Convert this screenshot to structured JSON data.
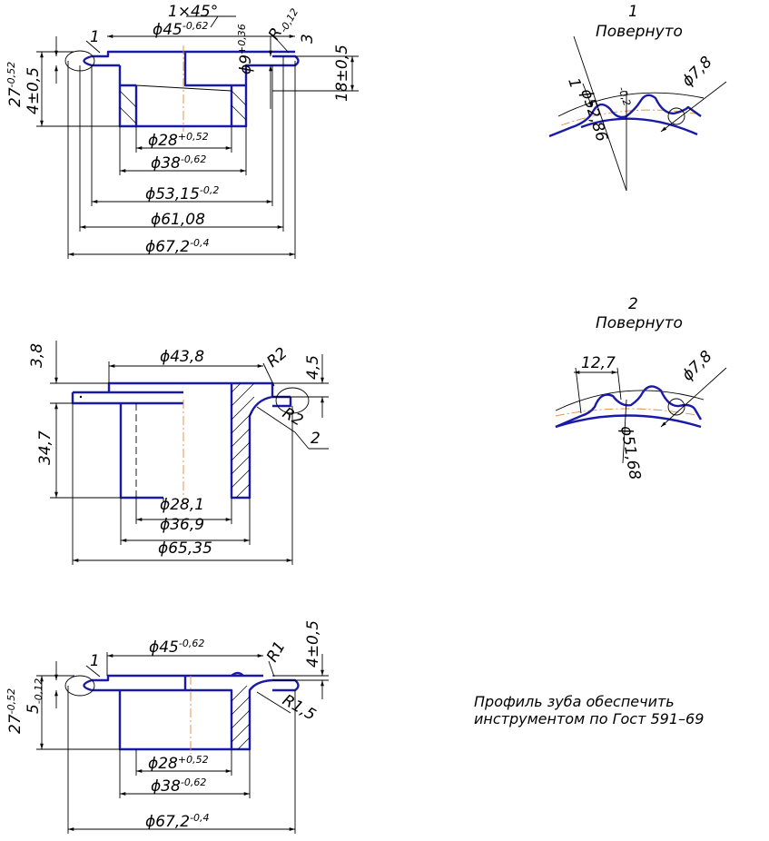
{
  "colors": {
    "contour": "#1a1aa8",
    "axis": "#e38b3a",
    "dimension": "#000000"
  },
  "view_top": {
    "marker": "1",
    "chamfer": "1×45°",
    "d45": "ϕ45",
    "d45_tol": "-0,62",
    "d9": "ϕ9",
    "d9_tol": "+0,36",
    "radius": "R",
    "radius_tol": "-0,12",
    "dim3": "3",
    "h18": "18±0,5",
    "h27": "27",
    "h27_tol": "-0,52",
    "h4": "4±0,5",
    "d28": "ϕ28",
    "d28_tol": "+0,52",
    "d38": "ϕ38",
    "d38_tol": "-0,62",
    "d5315": "ϕ53,15",
    "d5315_tol": "-0,2",
    "d6108": "ϕ61,08",
    "d672": "ϕ67,2",
    "d672_tol": "-0,4"
  },
  "view_middle": {
    "h38": "3,8",
    "d438": "ϕ43,8",
    "r2_top": "R2",
    "dim45": "4,5",
    "r2_bottom": "R2",
    "marker": "2",
    "h347": "34,7",
    "d281": "ϕ28,1",
    "d369": "ϕ36,9",
    "d6535": "ϕ65,35"
  },
  "view_bottom": {
    "marker": "1",
    "d45": "ϕ45",
    "d45_tol": "-0,62",
    "r1": "R1",
    "h4": "4±0,5",
    "h27": "27",
    "h27_tol": "-0,52",
    "h5": "5",
    "h5_tol": "-0,12",
    "r15": "R1,5",
    "d28": "ϕ28",
    "d28_tol": "+0,52",
    "d38": "ϕ38",
    "d38_tol": "-0,62",
    "d672": "ϕ67,2",
    "d672_tol": "-0,4"
  },
  "detail_1": {
    "number": "1",
    "caption": "Повернуто",
    "pitch_diameter": "ϕ52,86",
    "small_dim": "1",
    "tol": "-0,2",
    "ball": "ϕ7,8"
  },
  "detail_2": {
    "number": "2",
    "caption": "Повернуто",
    "width": "12,7",
    "ball": "ϕ7,8",
    "diameter": "ϕ51,68"
  },
  "note": {
    "line1": "Профиль зуба обеспечить",
    "line2": "инструментом по Гост 591–69"
  }
}
